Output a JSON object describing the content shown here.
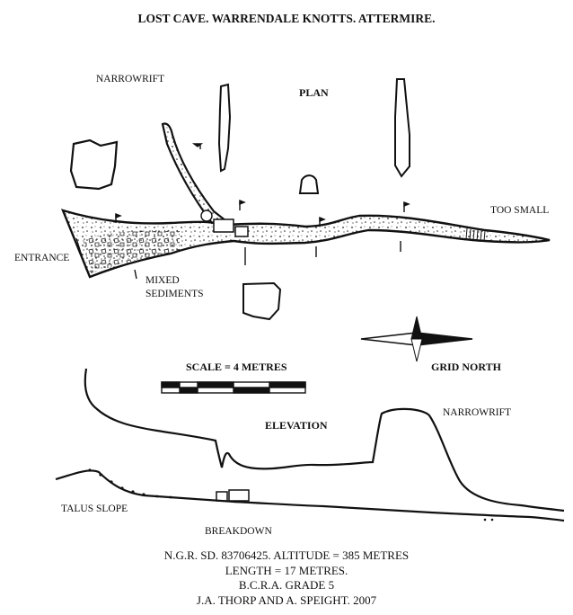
{
  "title": "LOST CAVE. WARRENDALE KNOTTS. ATTERMIRE.",
  "plan": {
    "heading": "PLAN",
    "labels": {
      "narrow_rift": "NARROWRIFT",
      "too_small": "TOO SMALL",
      "entrance": "ENTRANCE",
      "mixed_sediments_line1": "MIXED",
      "mixed_sediments_line2": "SEDIMENTS"
    }
  },
  "scale": {
    "label": "SCALE = 4 METRES"
  },
  "north_arrow": {
    "label": "GRID NORTH"
  },
  "elevation": {
    "heading": "ELEVATION",
    "labels": {
      "narrow_rift": "NARROWRIFT",
      "talus_slope": "TALUS SLOPE",
      "breakdown": "BREAKDOWN"
    }
  },
  "footer": {
    "line1": "N.G.R. SD. 83706425. ALTITUDE = 385 METRES",
    "line2": "LENGTH = 17 METRES.",
    "line3": "B.C.R.A. GRADE 5",
    "line4": "J.A. THORP AND A. SPEIGHT. 2007"
  },
  "colors": {
    "ink": "#111111",
    "paper": "#ffffff"
  }
}
